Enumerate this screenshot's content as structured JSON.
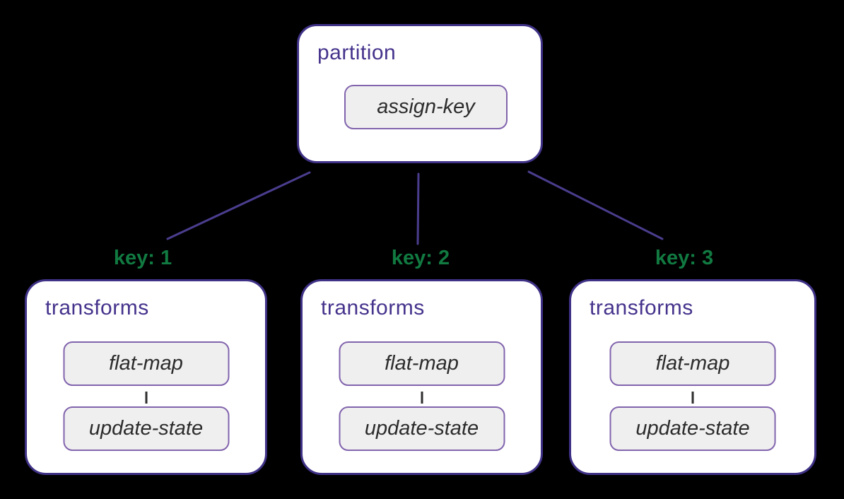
{
  "diagram": {
    "root": {
      "title": "partition",
      "op": "assign-key"
    },
    "branches": [
      {
        "key_label": "key: 1",
        "title": "transforms",
        "ops": [
          "flat-map",
          "update-state"
        ]
      },
      {
        "key_label": "key: 2",
        "title": "transforms",
        "ops": [
          "flat-map",
          "update-state"
        ]
      },
      {
        "key_label": "key: 3",
        "title": "transforms",
        "ops": [
          "flat-map",
          "update-state"
        ]
      }
    ],
    "colors": {
      "page_bg": "#000000",
      "box_border": "#3f3287",
      "box_fill": "#ffffff",
      "op_fill": "#f0eff0",
      "op_border": "#8164ad",
      "label_purple": "#46338c",
      "key_green": "#117a41",
      "op_text": "#2c2c2c",
      "edge_purple": "#4b3d8e",
      "edge_dark": "#2e2e2e"
    }
  }
}
